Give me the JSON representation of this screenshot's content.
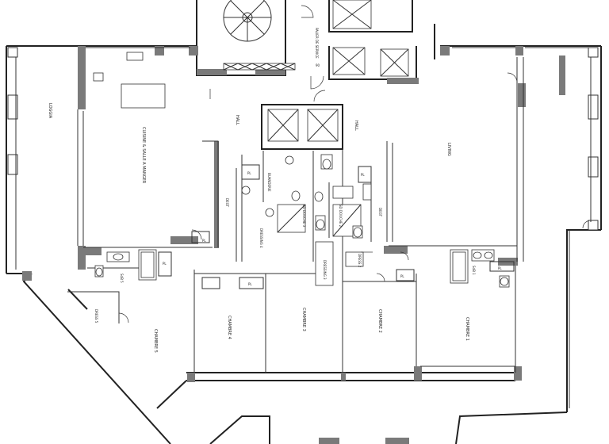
{
  "rooms": {
    "palier": "PALIER DE SERVICE",
    "loggia": "LOGGIA",
    "cuisine": "CUISINE & SALLE A MANGER",
    "hall_left": "HALL",
    "hall_right": "HALL",
    "living": "LIVING",
    "buanderie": "BUANDERIE",
    "sd_douche_3": "SD DOUCHE 3",
    "sd_douche_2": "SD DOUCHE 2",
    "dressing_4": "DRESSING 4",
    "dressing_3": "DRESSING 3",
    "dress_2": "DRESS 2",
    "dress_5": "DRESS 5",
    "degt_left": "DEGT",
    "degt_right": "DEGT",
    "sdb_5": "SdB 5",
    "sdb_1": "SdB 1",
    "chambre_5": "CHAMBRE 5",
    "chambre_4": "CHAMBRE 4",
    "chambre_3": "CHAMBRE 3",
    "chambre_2": "CHAMBRE 2",
    "chambre_1": "CHAMBRE 1"
  },
  "closet_labels": {
    "pl": "PL"
  },
  "dimension_label": "90"
}
